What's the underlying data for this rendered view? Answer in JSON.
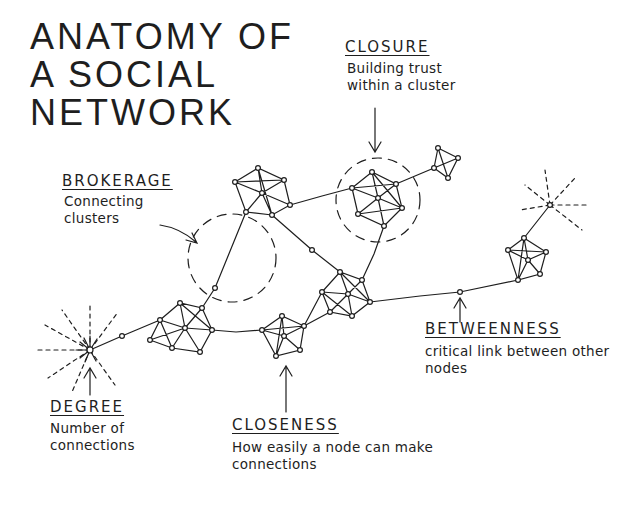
{
  "diagram": {
    "title": "ANATOMY OF A SOCIAL NETWORK",
    "labels": [
      "CLOSURE",
      "Building trust within a cluster",
      "BROKERAGE",
      "Connecting clusters",
      "BETWEENNESS",
      "critical link between other nodes",
      "DEGREE",
      "Number of connections",
      "CLOSENESS",
      "How easily a node can make connections"
    ]
  }
}
